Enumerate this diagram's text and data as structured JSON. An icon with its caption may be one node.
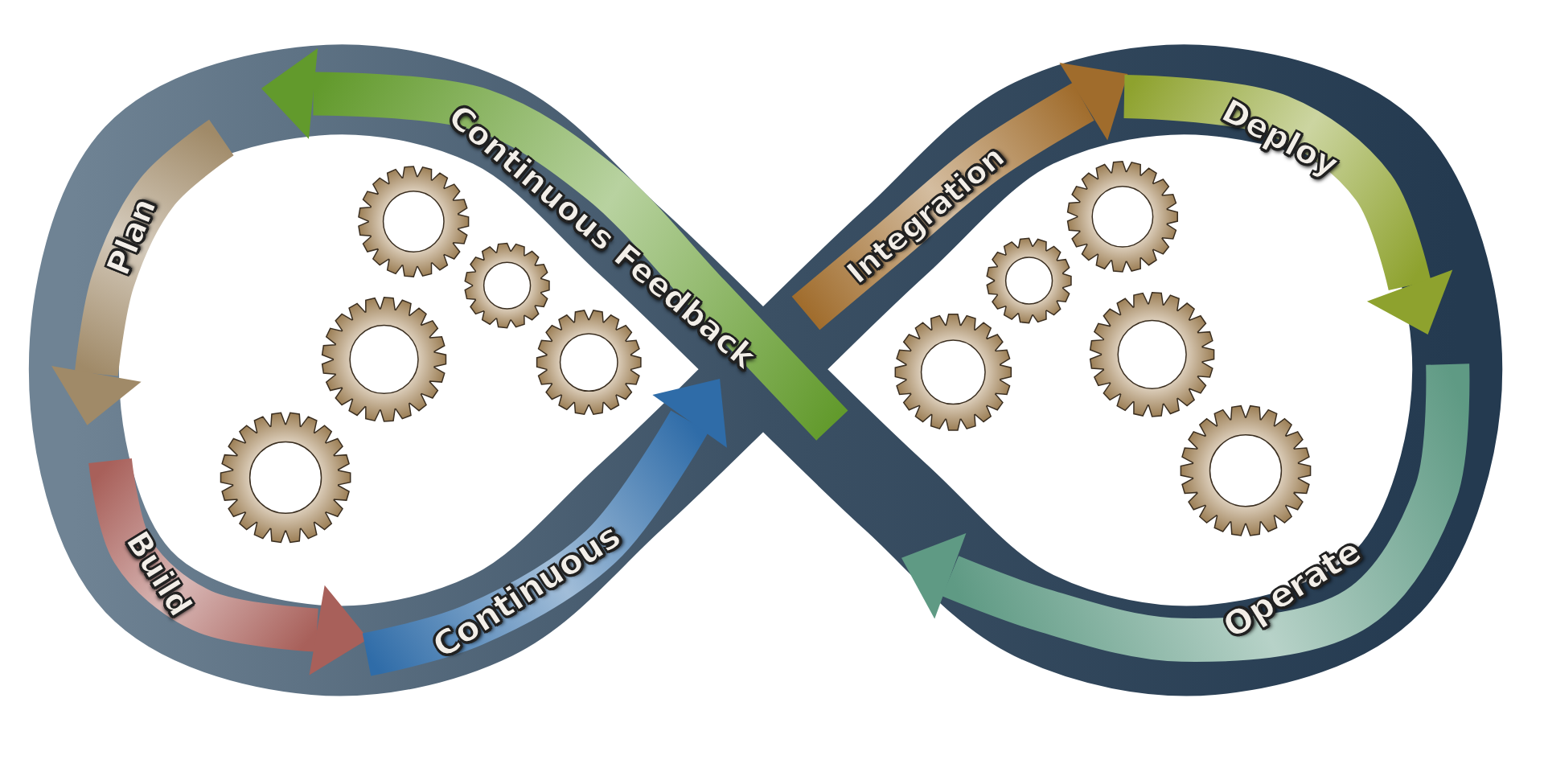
{
  "diagram": {
    "nodes": [
      {
        "text": [
          "Plan"
        ]
      },
      {
        "text": [
          "Build"
        ]
      },
      {
        "text": [
          "Continuous"
        ]
      },
      {
        "text": [
          "Continuous Feedback"
        ]
      },
      {
        "text": [
          "Integration"
        ]
      },
      {
        "text": [
          "Deploy"
        ]
      },
      {
        "text": [
          "Operate"
        ]
      }
    ]
  }
}
